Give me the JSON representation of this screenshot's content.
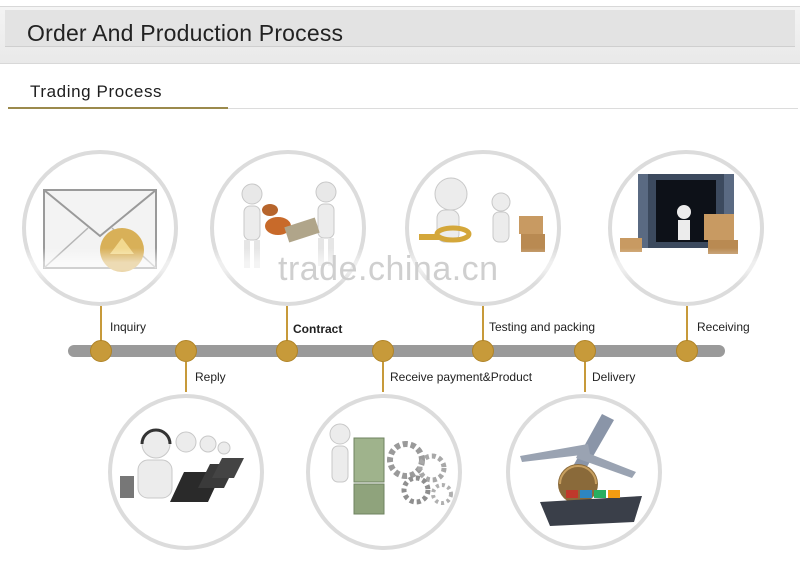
{
  "header": {
    "title": "Order And Production Process"
  },
  "section": {
    "title": "Trading Process"
  },
  "watermark": "trade.china.cn",
  "steps": [
    {
      "label": "Inquiry",
      "position": "top",
      "icon": "envelope-icon"
    },
    {
      "label": "Reply",
      "position": "bottom",
      "icon": "call-center-icon"
    },
    {
      "label": "Contract",
      "position": "top",
      "icon": "handshake-contract-icon"
    },
    {
      "label": "Receive payment&Product",
      "position": "bottom",
      "icon": "money-gears-icon"
    },
    {
      "label": "Testing and packing",
      "position": "top",
      "icon": "magnifier-boxes-icon"
    },
    {
      "label": "Delivery",
      "position": "bottom",
      "icon": "airplane-ship-icon"
    },
    {
      "label": "Receiving",
      "position": "top",
      "icon": "container-icon"
    }
  ],
  "colors": {
    "accent": "#c79a3a",
    "timeline": "#9a9a9a",
    "rule_accent": "#9b8a4c"
  }
}
